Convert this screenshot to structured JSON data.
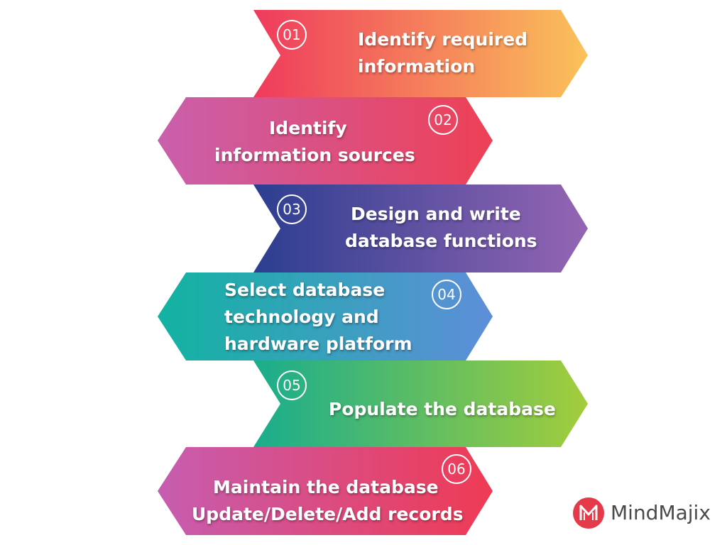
{
  "steps": [
    {
      "number": "01",
      "lines": [
        "Identify required",
        "information"
      ],
      "colors": [
        "#ef3a5d",
        "#fbc25a"
      ]
    },
    {
      "number": "02",
      "lines": [
        "Identify",
        "information sources"
      ],
      "colors": [
        "#c960ac",
        "#ee4055"
      ]
    },
    {
      "number": "03",
      "lines": [
        "Design and write",
        "database functions"
      ],
      "colors": [
        "#2c3e90",
        "#9465b3"
      ]
    },
    {
      "number": "04",
      "lines": [
        "Select database",
        "technology and",
        "hardware platform"
      ],
      "colors": [
        "#12b3a1",
        "#5e8ed9"
      ]
    },
    {
      "number": "05",
      "lines": [
        "Populate the database"
      ],
      "colors": [
        "#19ad8d",
        "#a3cd3b"
      ]
    },
    {
      "number": "06",
      "lines": [
        "Maintain the database",
        "Update/Delete/Add records"
      ],
      "colors": [
        "#c65db0",
        "#ef3b54"
      ]
    }
  ],
  "brand": {
    "name": "MindMajix",
    "mark_color": "#e53a4a"
  }
}
